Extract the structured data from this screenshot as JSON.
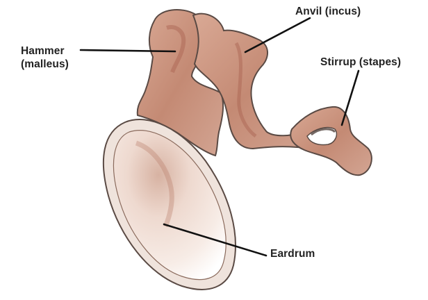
{
  "labels": {
    "hammer_line1": "Hammer",
    "hammer_line2": "(malleus)",
    "anvil": "Anvil (incus)",
    "stirrup": "Stirrup (stapes)",
    "eardrum": "Eardrum"
  },
  "colors": {
    "bone_fill": "#c89883",
    "bone_shade": "#a8624f",
    "bone_outline": "#5a4a44",
    "eardrum_fill": "#f2e2da",
    "eardrum_shade": "#b87a66",
    "leader_line": "#111111",
    "text": "#222222"
  },
  "icons": {
    "ossicles": "ossicles-illustration",
    "eardrum": "eardrum-illustration"
  }
}
